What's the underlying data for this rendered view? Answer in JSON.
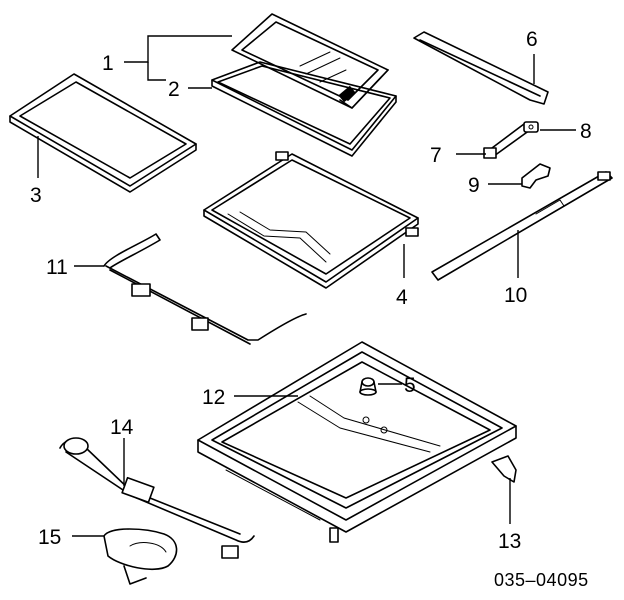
{
  "diagram": {
    "callouts": [
      "1",
      "2",
      "3",
      "4",
      "5",
      "6",
      "7",
      "8",
      "9",
      "10",
      "11",
      "12",
      "13",
      "14",
      "15"
    ],
    "reference_code": "035–04095"
  }
}
